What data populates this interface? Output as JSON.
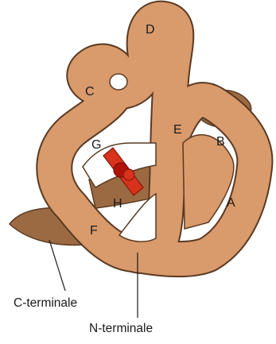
{
  "diagram": {
    "helix_labels": {
      "a": "A",
      "b": "B",
      "c": "C",
      "d": "D",
      "e": "E",
      "f": "F",
      "g": "G",
      "h": "H"
    },
    "terminal_labels": {
      "c_terminal": "C-terminale",
      "n_terminal": "N-terminale"
    },
    "colors": {
      "chain_light": "#d99a6c",
      "chain_outline": "#5a3a22",
      "back_shadow": "#9c6a42",
      "heme_group": "#d8321c",
      "iron_center": "#b3120a"
    }
  }
}
